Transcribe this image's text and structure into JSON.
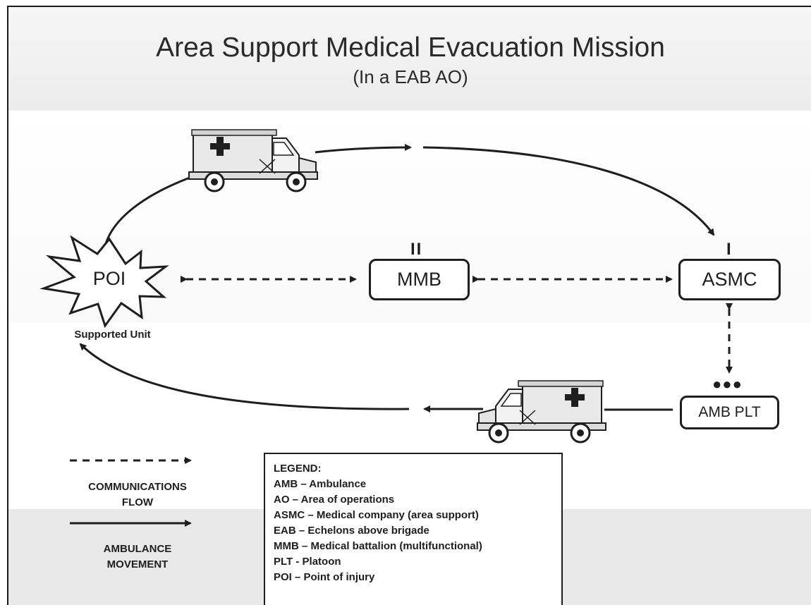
{
  "title": "Area Support Medical Evacuation Mission",
  "subtitle": "(In a EAB AO)",
  "nodes": {
    "poi": {
      "label": "POI",
      "caption": "Supported Unit"
    },
    "mmb": {
      "label": "MMB",
      "echelon": "II"
    },
    "asmc": {
      "label": "ASMC",
      "echelon": "I"
    },
    "amb_plt": {
      "label": "AMB PLT",
      "echelon": "●●●"
    }
  },
  "key": {
    "communications": {
      "line1": "COMMUNICATIONS",
      "line2": "FLOW"
    },
    "ambulance": {
      "line1": "AMBULANCE",
      "line2": "MOVEMENT"
    }
  },
  "legend": {
    "heading": "LEGEND:",
    "items": [
      "AMB – Ambulance",
      "AO – Area of operations",
      "ASMC – Medical company (area support)",
      "EAB – Echelons above brigade",
      "MMB – Medical battalion (multifunctional)",
      "PLT - Platoon",
      "POI – Point of injury"
    ]
  }
}
